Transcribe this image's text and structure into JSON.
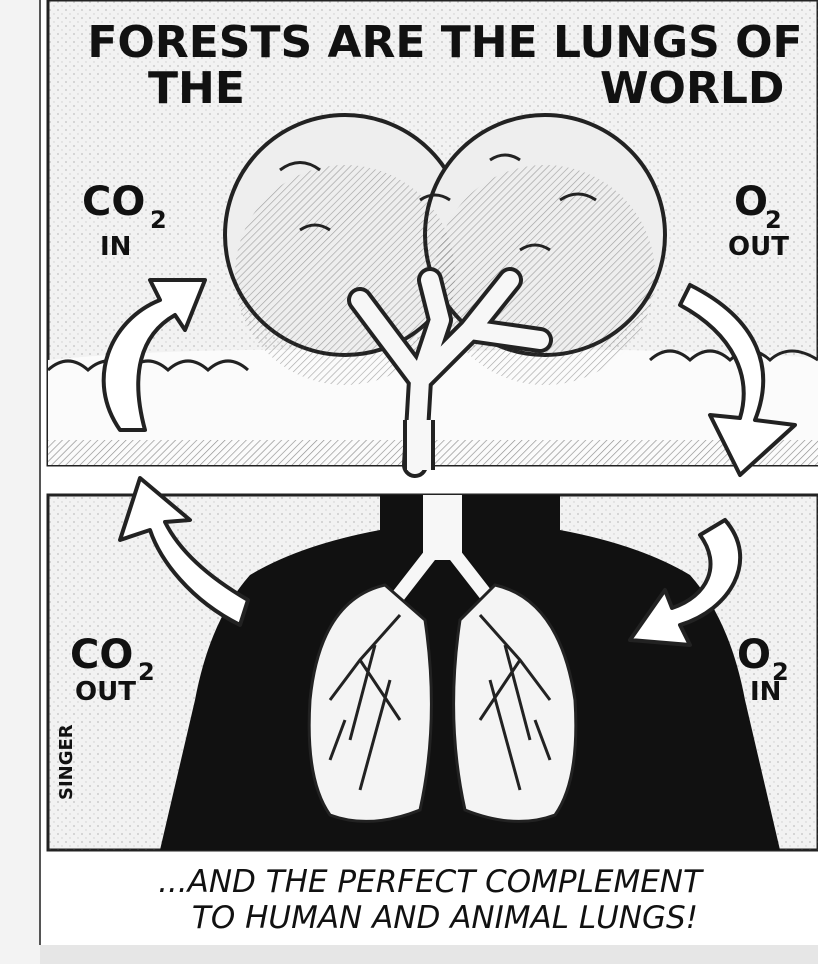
{
  "title": {
    "line1": "FORESTS ARE THE LUNGS OF",
    "line2_left": "THE",
    "line2_right": "WORLD"
  },
  "top_panel": {
    "left_label": {
      "main": "CO",
      "sub": "2",
      "dir": "IN"
    },
    "right_label": {
      "main": "O",
      "sub": "2",
      "dir": "OUT"
    }
  },
  "bottom_panel": {
    "left_label": {
      "main": "CO",
      "sub": "2",
      "dir": "OUT"
    },
    "right_label": {
      "main": "O",
      "sub": "2",
      "dir": "IN"
    },
    "signature": "SINGER"
  },
  "caption": {
    "line1": "...AND THE PERFECT COMPLEMENT",
    "line2": "TO HUMAN AND ANIMAL LUNGS!"
  }
}
